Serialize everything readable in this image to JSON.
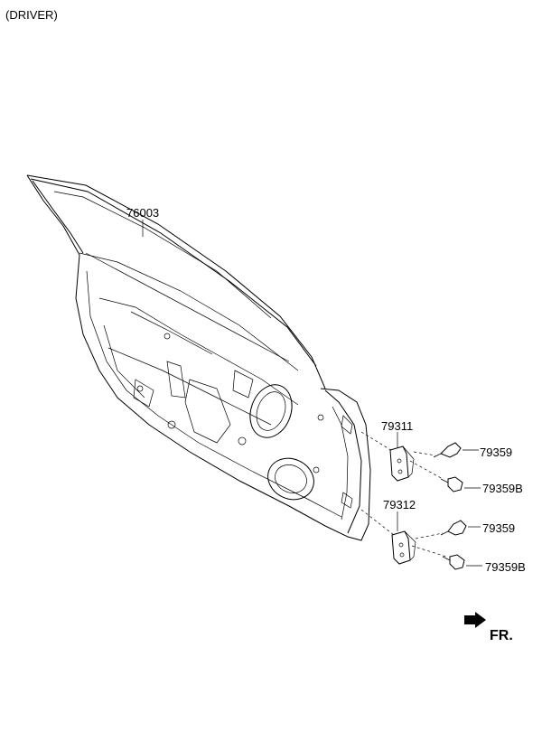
{
  "header": {
    "variant": "(DRIVER)"
  },
  "parts": [
    {
      "id": "door_panel",
      "code": "76003"
    },
    {
      "id": "upper_hinge",
      "code": "79311"
    },
    {
      "id": "lower_hinge",
      "code": "79312"
    },
    {
      "id": "upper_bolt_a",
      "code": "79359"
    },
    {
      "id": "upper_bolt_b",
      "code": "79359B"
    },
    {
      "id": "lower_bolt_a",
      "code": "79359"
    },
    {
      "id": "lower_bolt_b",
      "code": "79359B"
    }
  ],
  "direction": {
    "label": "FR."
  }
}
